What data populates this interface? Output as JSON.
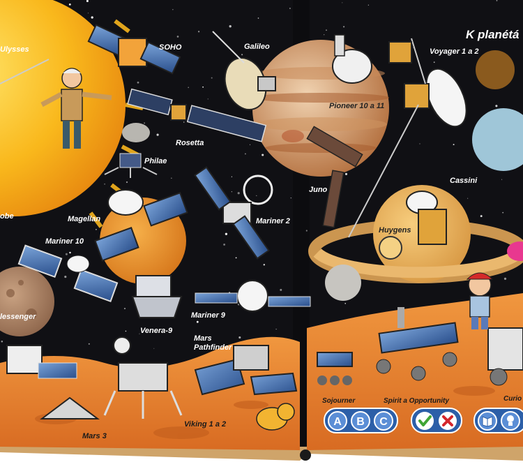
{
  "header": {
    "title": "K planétá"
  },
  "labels": {
    "ulysses": "Ulysses",
    "soho": "SOHO",
    "galileo": "Galileo",
    "voyager": "Voyager 1 a 2",
    "pioneer": "Pioneer 10 a 11",
    "rosetta": "Rosetta",
    "philae": "Philae",
    "juno": "Juno",
    "cassini": "Cassini",
    "huygens": "Huygens",
    "probe": "obe",
    "magellan": "Magellan",
    "mariner2": "Mariner 2",
    "mariner10": "Mariner 10",
    "messenger": "lessenger",
    "mariner9": "Mariner 9",
    "venera": "Venera-9",
    "mars_pathfinder_1": "Mars",
    "mars_pathfinder_2": "Pathfinder",
    "sojourner": "Sojourner",
    "spirit": "Spirit a Opportunity",
    "curiosity": "Curio",
    "viking": "Viking 1 a 2",
    "mars3": "Mars 3"
  },
  "buttons": {
    "a": "A",
    "b": "B",
    "c": "C"
  },
  "icons": {
    "check": "check-icon",
    "cross": "cross-icon",
    "book": "book-icon",
    "bulb": "lightbulb-icon"
  },
  "colors": {
    "space": "#101014",
    "sun": "#f7b51d",
    "mars_ground": "#e07a2c",
    "button_blue": "#2c5fa8",
    "button_light": "#5b8ed6",
    "check_green": "#3fa535",
    "cross_red": "#d4262c"
  }
}
